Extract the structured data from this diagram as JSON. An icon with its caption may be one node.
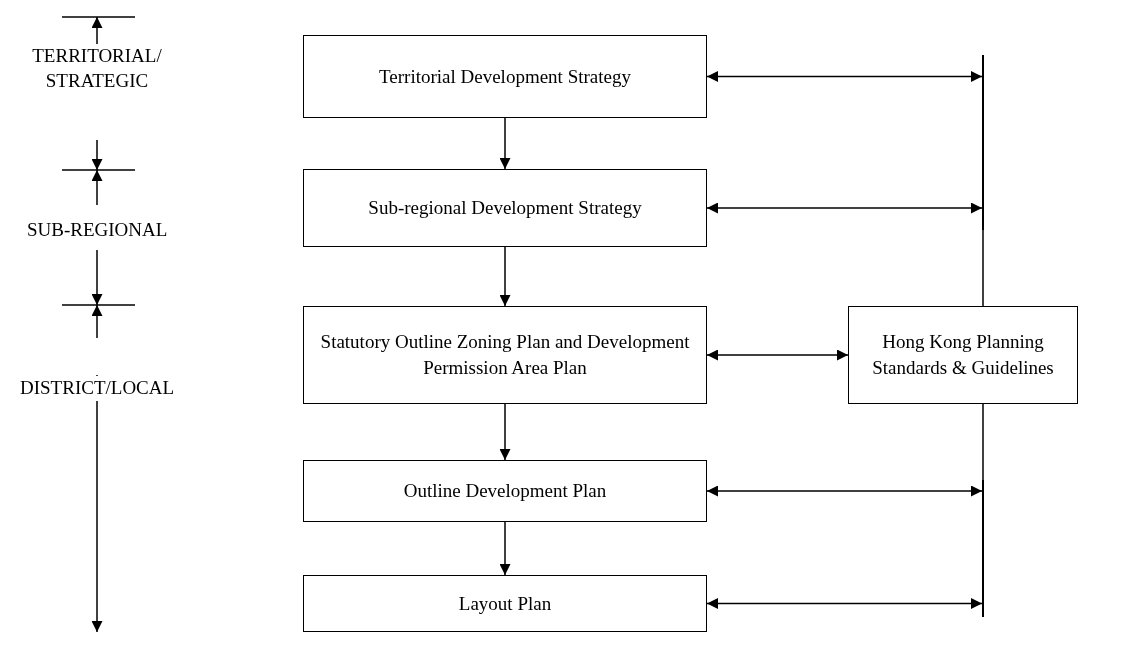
{
  "diagram": {
    "nodes": [
      {
        "text": [
          "Territorial Development Strategy"
        ]
      },
      {
        "text": [
          "Sub-regional Development Strategy"
        ]
      },
      {
        "text": [
          "Statutory Outline Zoning Plan and Development Permission Area Plan"
        ]
      },
      {
        "text": [
          "Hong Kong Planning Standards & Guidelines"
        ]
      },
      {
        "text": [
          "Outline Development Plan"
        ]
      },
      {
        "text": [
          "Layout Plan"
        ]
      },
      {
        "text": [],
        "shape": "bar"
      },
      {
        "text": [],
        "shape": "bar"
      }
    ],
    "edges": [
      {
        "from": 0,
        "to": 1,
        "arrow": "to"
      },
      {
        "from": 0,
        "to": 6,
        "arrow": "both"
      },
      {
        "from": 1,
        "to": 2,
        "arrow": "to"
      },
      {
        "from": 1,
        "to": 6,
        "arrow": "both"
      },
      {
        "from": 2,
        "to": 4,
        "arrow": "to"
      },
      {
        "from": 2,
        "to": 3,
        "arrow": "both"
      },
      {
        "from": 4,
        "to": 5,
        "arrow": "to"
      },
      {
        "from": 4,
        "to": 7,
        "arrow": "both"
      },
      {
        "from": 5,
        "to": 7,
        "arrow": "both"
      },
      {
        "from": 6,
        "to": 3,
        "arrow": "none"
      },
      {
        "from": 7,
        "to": 3,
        "arrow": "none"
      }
    ],
    "labels": [
      "TERRITORIAL/ STRATEGIC",
      "SUB-REGIONAL",
      "DISTRICT/LOCAL"
    ]
  }
}
